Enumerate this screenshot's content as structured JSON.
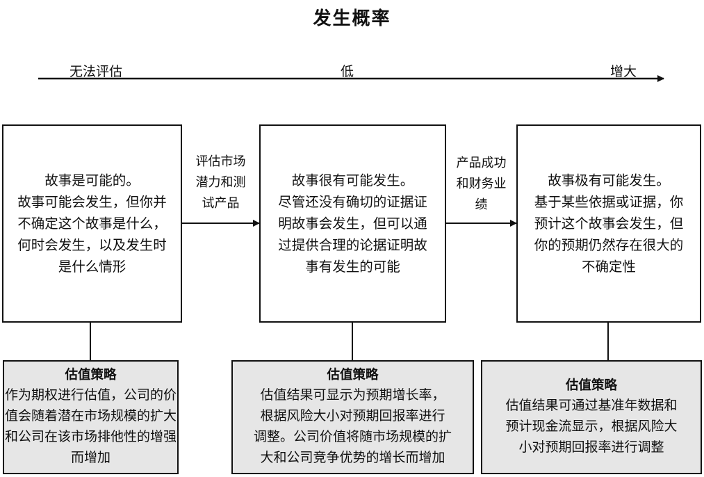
{
  "title": "发生概率",
  "scale": {
    "left": "无法评估",
    "middle": "低",
    "right": "增大"
  },
  "stages": [
    {
      "text": [
        "故事是可能的。",
        "故事可能会发生，但你并",
        "不确定这个故事是什么，",
        "何时会发生，以及发生时",
        "是什么情形"
      ]
    },
    {
      "text": [
        "故事很有可能发生。",
        "尽管还没有确切的证据证",
        "明故事会发生，但可以通",
        "过提供合理的论据证明故",
        "事有发生的可能"
      ]
    },
    {
      "text": [
        "故事极有可能发生。",
        "基于某些依据或证据，你",
        "预计这个故事会发生，但",
        "你的预期仍然存在很大的",
        "不确定性"
      ]
    }
  ],
  "transitions": [
    {
      "text": [
        "评估市场",
        "潜力和测",
        "试产品"
      ]
    },
    {
      "text": [
        "产品成功",
        "和财务业",
        "绩"
      ]
    }
  ],
  "strategies": [
    {
      "title": "估值策略",
      "text": [
        "作为期权进行估值，公司的价",
        "值会随着潜在市场规模的扩大",
        "和公司在该市场排他性的增强",
        "而增加"
      ]
    },
    {
      "title": "估值策略",
      "text": [
        "估值结果可显示为预期增长率，",
        "根据风险大小对预期回报率进行",
        "调整。公司价值将随市场规模的扩",
        "大和公司竞争优势的增长而增加"
      ]
    },
    {
      "title": "估值策略",
      "text": [
        "估值结果可通过基准年数据和",
        "预计现金流显示，根据风险大",
        "小对预期回报率进行调整"
      ]
    }
  ]
}
